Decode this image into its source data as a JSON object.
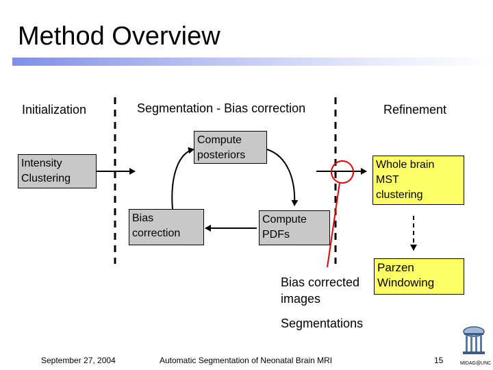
{
  "slide": {
    "title": "Method Overview",
    "footer": {
      "date": "September 27, 2004",
      "center": "Automatic Segmentation of Neonatal Brain MRI",
      "page": "15",
      "logo_text": "MIDAG@UNC"
    }
  },
  "stages": {
    "initialization": "Initialization",
    "segmentation": "Segmentation - Bias correction",
    "refinement": "Refinement"
  },
  "boxes": {
    "intensity_clustering": [
      "Intensity",
      "Clustering"
    ],
    "compute_posteriors": [
      "Compute",
      "posteriors"
    ],
    "bias_correction": [
      "Bias",
      "correction"
    ],
    "compute_pdfs": [
      "Compute",
      "PDFs"
    ],
    "whole_brain_mst": [
      "Whole brain",
      "MST",
      "clustering"
    ],
    "parzen_windowing": [
      "Parzen",
      "Windowing"
    ]
  },
  "outputs": {
    "bias_corrected": [
      "Bias corrected",
      "images"
    ],
    "segmentations": "Segmentations"
  },
  "colors": {
    "box_gray": "#c8c8c8",
    "box_yellow": "#ffff66",
    "highlight_red": "#e00000",
    "title_bar": "#7f8fe6"
  }
}
